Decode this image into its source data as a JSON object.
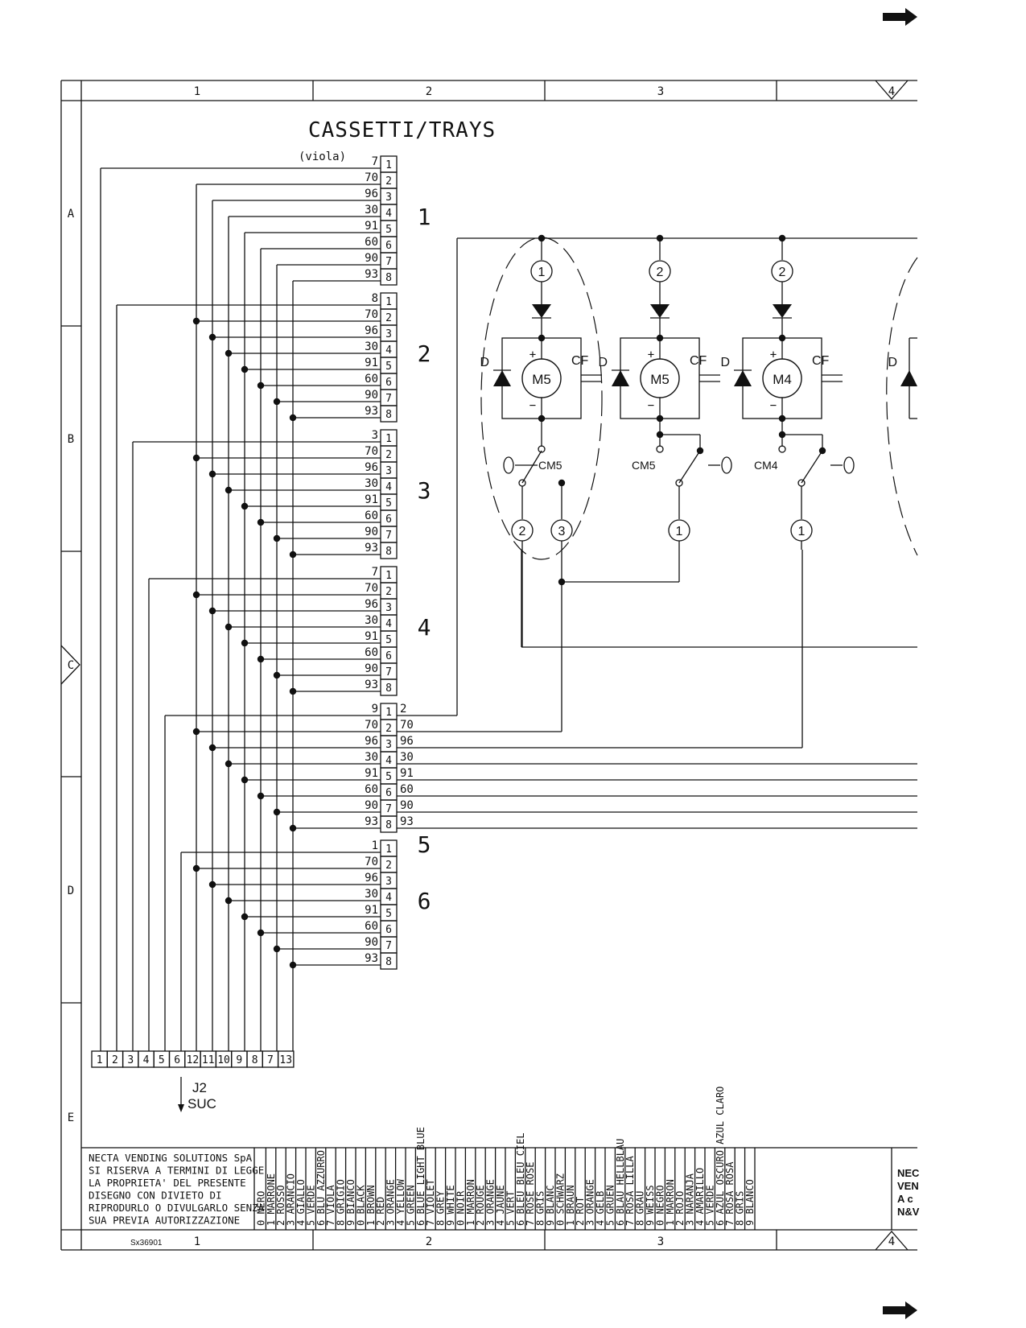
{
  "columns": [
    "1",
    "2",
    "3",
    "4"
  ],
  "rows": [
    "A",
    "B",
    "C",
    "D",
    "E"
  ],
  "title": "CASSETTI/TRAYS",
  "header_note": "(viola)",
  "blocks": [
    {
      "label": "1",
      "first": "7"
    },
    {
      "label": "2",
      "first": "8"
    },
    {
      "label": "3",
      "first": "3"
    },
    {
      "label": "4",
      "first": "7"
    },
    {
      "label": "5",
      "first": "9"
    },
    {
      "label": "6",
      "first": "1"
    }
  ],
  "wire_codes": [
    "70",
    "96",
    "30",
    "91",
    "60",
    "90",
    "93"
  ],
  "pin_numbers": [
    "1",
    "2",
    "3",
    "4",
    "5",
    "6",
    "7",
    "8"
  ],
  "out_codes": [
    "2",
    "70",
    "96",
    "30",
    "91",
    "60",
    "90",
    "93"
  ],
  "motors": [
    {
      "motor": "M5",
      "cap": "CF",
      "diode": "D",
      "switch": "CM5",
      "top_node": "1",
      "bottom_nodes": [
        "2",
        "3"
      ]
    },
    {
      "motor": "M5",
      "cap": "CF",
      "diode": "D",
      "switch": "CM5",
      "top_node": "2",
      "bottom_nodes": [
        "1"
      ]
    },
    {
      "motor": "M4",
      "cap": "CF",
      "diode": "D",
      "switch": "CM4",
      "top_node": "2",
      "bottom_nodes": [
        "1"
      ]
    }
  ],
  "partial_motor_diode": "D",
  "polarity": {
    "plus": "+",
    "minus": "−"
  },
  "connector": {
    "pins": [
      "1",
      "2",
      "3",
      "4",
      "5",
      "6",
      "12",
      "11",
      "10",
      "9",
      "8",
      "7",
      "13"
    ],
    "name": "J2",
    "sub": "SUC"
  },
  "company_lines": [
    "NECTA VENDING SOLUTIONS SpA",
    "SI RISERVA A TERMINI DI LEGGE",
    "LA PROPRIETA' DEL PRESENTE",
    "DISEGNO CON DIVIETO DI",
    "RIPRODURLO O DIVULGARLO SENZA",
    "SUA PREVIA AUTORIZZAZIONE"
  ],
  "color_codes": [
    "0 NERO",
    "1 MARRONE",
    "2 ROSSO",
    "3 ARANCIO",
    "4 GIALLO",
    "5 VERDE",
    "6 BLU AZZURRO",
    "7 VIOLA",
    "8 GRIGIO",
    "9 BIANCO",
    "0 BLACK",
    "1 BROWN",
    "2 RED",
    "3 ORANGE",
    "4 YELLOW",
    "5 GREEN",
    "6 BLUE LIGHT BLUE",
    "7 VIOLET",
    "8 GREY",
    "9 WHITE",
    "0 NOIR",
    "1 MARRON",
    "2 ROUGE",
    "3 ORANGE",
    "4 JAUNE",
    "5 VERT",
    "6 BLEU BLEU CIEL",
    "7 ROSE ROSE",
    "8 GRIS",
    "9 BLANC",
    "0 SCHWARZ",
    "1 BRAUN",
    "2 ROT",
    "3 ORANGE",
    "4 GELB",
    "5 GRUEN",
    "6 BLAU HELLBLAU",
    "7 ROSA LILLA",
    "8 GRAU",
    "9 WEISS",
    "0 NEGRO",
    "1 MARRON",
    "2 ROJO",
    "3 NARANJA",
    "4 AMARILLO",
    "5 VERDE",
    "6 AZUL OSCURO AZUL CLARO",
    "7 ROSA ROSA",
    "8 GRIS",
    "9 BLANCO"
  ],
  "drawing_no": "Sx36901",
  "side_text": [
    "NEC",
    "VEN",
    "A c",
    "N&V"
  ]
}
